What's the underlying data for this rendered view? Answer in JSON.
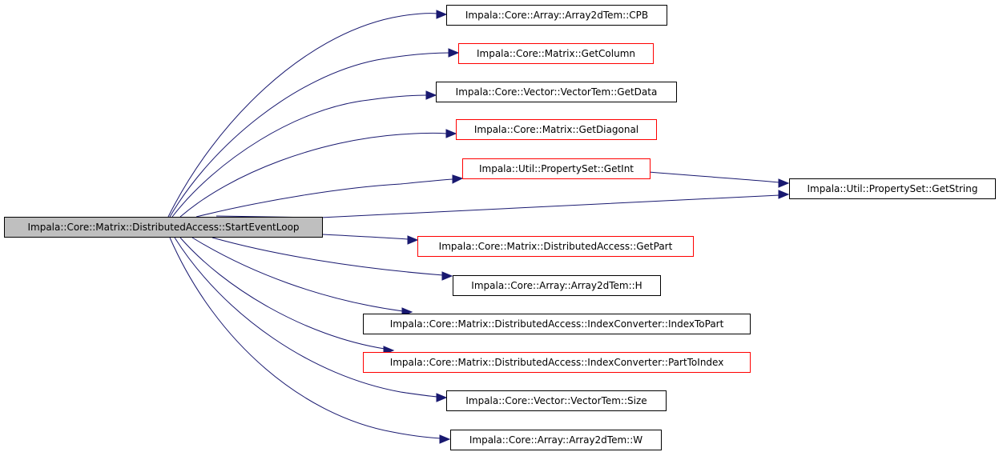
{
  "colors": {
    "edge": "#191970",
    "documented_border": "#000000",
    "undocumented_border": "#ff0000",
    "root_fill": "#bfbfbf"
  },
  "root": {
    "id": "start",
    "label": "Impala::Core::Matrix::DistributedAccess::StartEventLoop"
  },
  "nodes": [
    {
      "id": "cpb",
      "label": "Impala::Core::Array::Array2dTem::CPB",
      "border": "black"
    },
    {
      "id": "getcolumn",
      "label": "Impala::Core::Matrix::GetColumn",
      "border": "red"
    },
    {
      "id": "getdata",
      "label": "Impala::Core::Vector::VectorTem::GetData",
      "border": "black"
    },
    {
      "id": "getdiagonal",
      "label": "Impala::Core::Matrix::GetDiagonal",
      "border": "red"
    },
    {
      "id": "getint",
      "label": "Impala::Util::PropertySet::GetInt",
      "border": "red"
    },
    {
      "id": "getstring",
      "label": "Impala::Util::PropertySet::GetString",
      "border": "black"
    },
    {
      "id": "getpart",
      "label": "Impala::Core::Matrix::DistributedAccess::GetPart",
      "border": "red"
    },
    {
      "id": "h",
      "label": "Impala::Core::Array::Array2dTem::H",
      "border": "black"
    },
    {
      "id": "indextopart",
      "label": "Impala::Core::Matrix::DistributedAccess::IndexConverter::IndexToPart",
      "border": "black"
    },
    {
      "id": "parttoindex",
      "label": "Impala::Core::Matrix::DistributedAccess::IndexConverter::PartToIndex",
      "border": "red"
    },
    {
      "id": "size",
      "label": "Impala::Core::Vector::VectorTem::Size",
      "border": "black"
    },
    {
      "id": "w",
      "label": "Impala::Core::Array::Array2dTem::W",
      "border": "black"
    }
  ],
  "edges": [
    {
      "from": "start",
      "to": "cpb"
    },
    {
      "from": "start",
      "to": "getcolumn"
    },
    {
      "from": "start",
      "to": "getdata"
    },
    {
      "from": "start",
      "to": "getdiagonal"
    },
    {
      "from": "start",
      "to": "getint"
    },
    {
      "from": "start",
      "to": "getstring"
    },
    {
      "from": "getint",
      "to": "getstring"
    },
    {
      "from": "start",
      "to": "getpart"
    },
    {
      "from": "start",
      "to": "h"
    },
    {
      "from": "start",
      "to": "indextopart"
    },
    {
      "from": "start",
      "to": "parttoindex"
    },
    {
      "from": "start",
      "to": "size"
    },
    {
      "from": "start",
      "to": "w"
    }
  ]
}
